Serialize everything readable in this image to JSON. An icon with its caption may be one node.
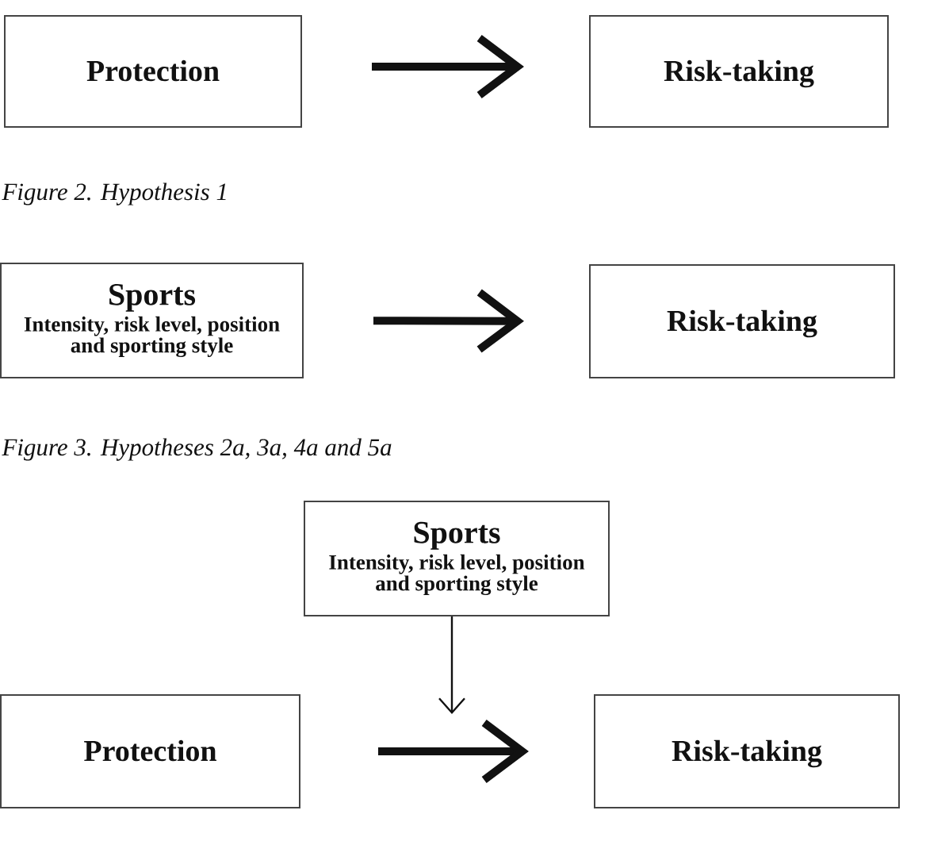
{
  "diagram": {
    "nodes": [
      {
        "text": [
          "Protection"
        ]
      },
      {
        "text": [
          "Risk-taking"
        ]
      },
      {
        "text": [
          "Sports",
          "Intensity, risk level, position and sporting style"
        ]
      },
      {
        "text": [
          "Risk-taking"
        ]
      },
      {
        "text": [
          "Sports",
          "Intensity, risk level, position and sporting style"
        ]
      },
      {
        "text": [
          "Protection"
        ]
      },
      {
        "text": [
          "Risk-taking"
        ]
      }
    ],
    "edges": [
      {
        "from": 0,
        "to": 1,
        "arrow": "to"
      },
      {
        "from": 2,
        "to": 3,
        "arrow": "to"
      },
      {
        "from": 5,
        "to": 6,
        "arrow": "to"
      },
      {
        "from": 4,
        "to": null,
        "arrow": "to"
      }
    ],
    "labels": [
      "Figure 2. Hypothesis 1",
      "Figure 3. Hypotheses 2a, 3a, 4a and 5a"
    ]
  }
}
